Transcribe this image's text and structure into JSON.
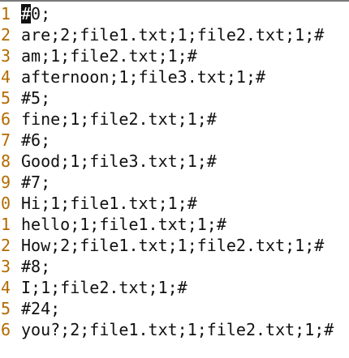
{
  "editor": {
    "cursor_char": "#",
    "lines": [
      {
        "num": "1",
        "text": "0;"
      },
      {
        "num": "2",
        "text": "are;2;file1.txt;1;file2.txt;1;#"
      },
      {
        "num": "3",
        "text": "am;1;file2.txt;1;#"
      },
      {
        "num": "4",
        "text": "afternoon;1;file3.txt;1;#"
      },
      {
        "num": "5",
        "text": "#5;"
      },
      {
        "num": "6",
        "text": "fine;1;file2.txt;1;#"
      },
      {
        "num": "7",
        "text": "#6;"
      },
      {
        "num": "8",
        "text": "Good;1;file3.txt;1;#"
      },
      {
        "num": "9",
        "text": "#7;"
      },
      {
        "num": "0",
        "text": "Hi;1;file1.txt;1;#"
      },
      {
        "num": "1",
        "text": "hello;1;file1.txt;1;#"
      },
      {
        "num": "2",
        "text": "How;2;file1.txt;1;file2.txt;1;#"
      },
      {
        "num": "3",
        "text": "#8;"
      },
      {
        "num": "4",
        "text": "I;1;file2.txt;1;#"
      },
      {
        "num": "5",
        "text": "#24;"
      },
      {
        "num": "6",
        "text": "you?;2;file1.txt;1;file2.txt;1;#"
      }
    ]
  }
}
